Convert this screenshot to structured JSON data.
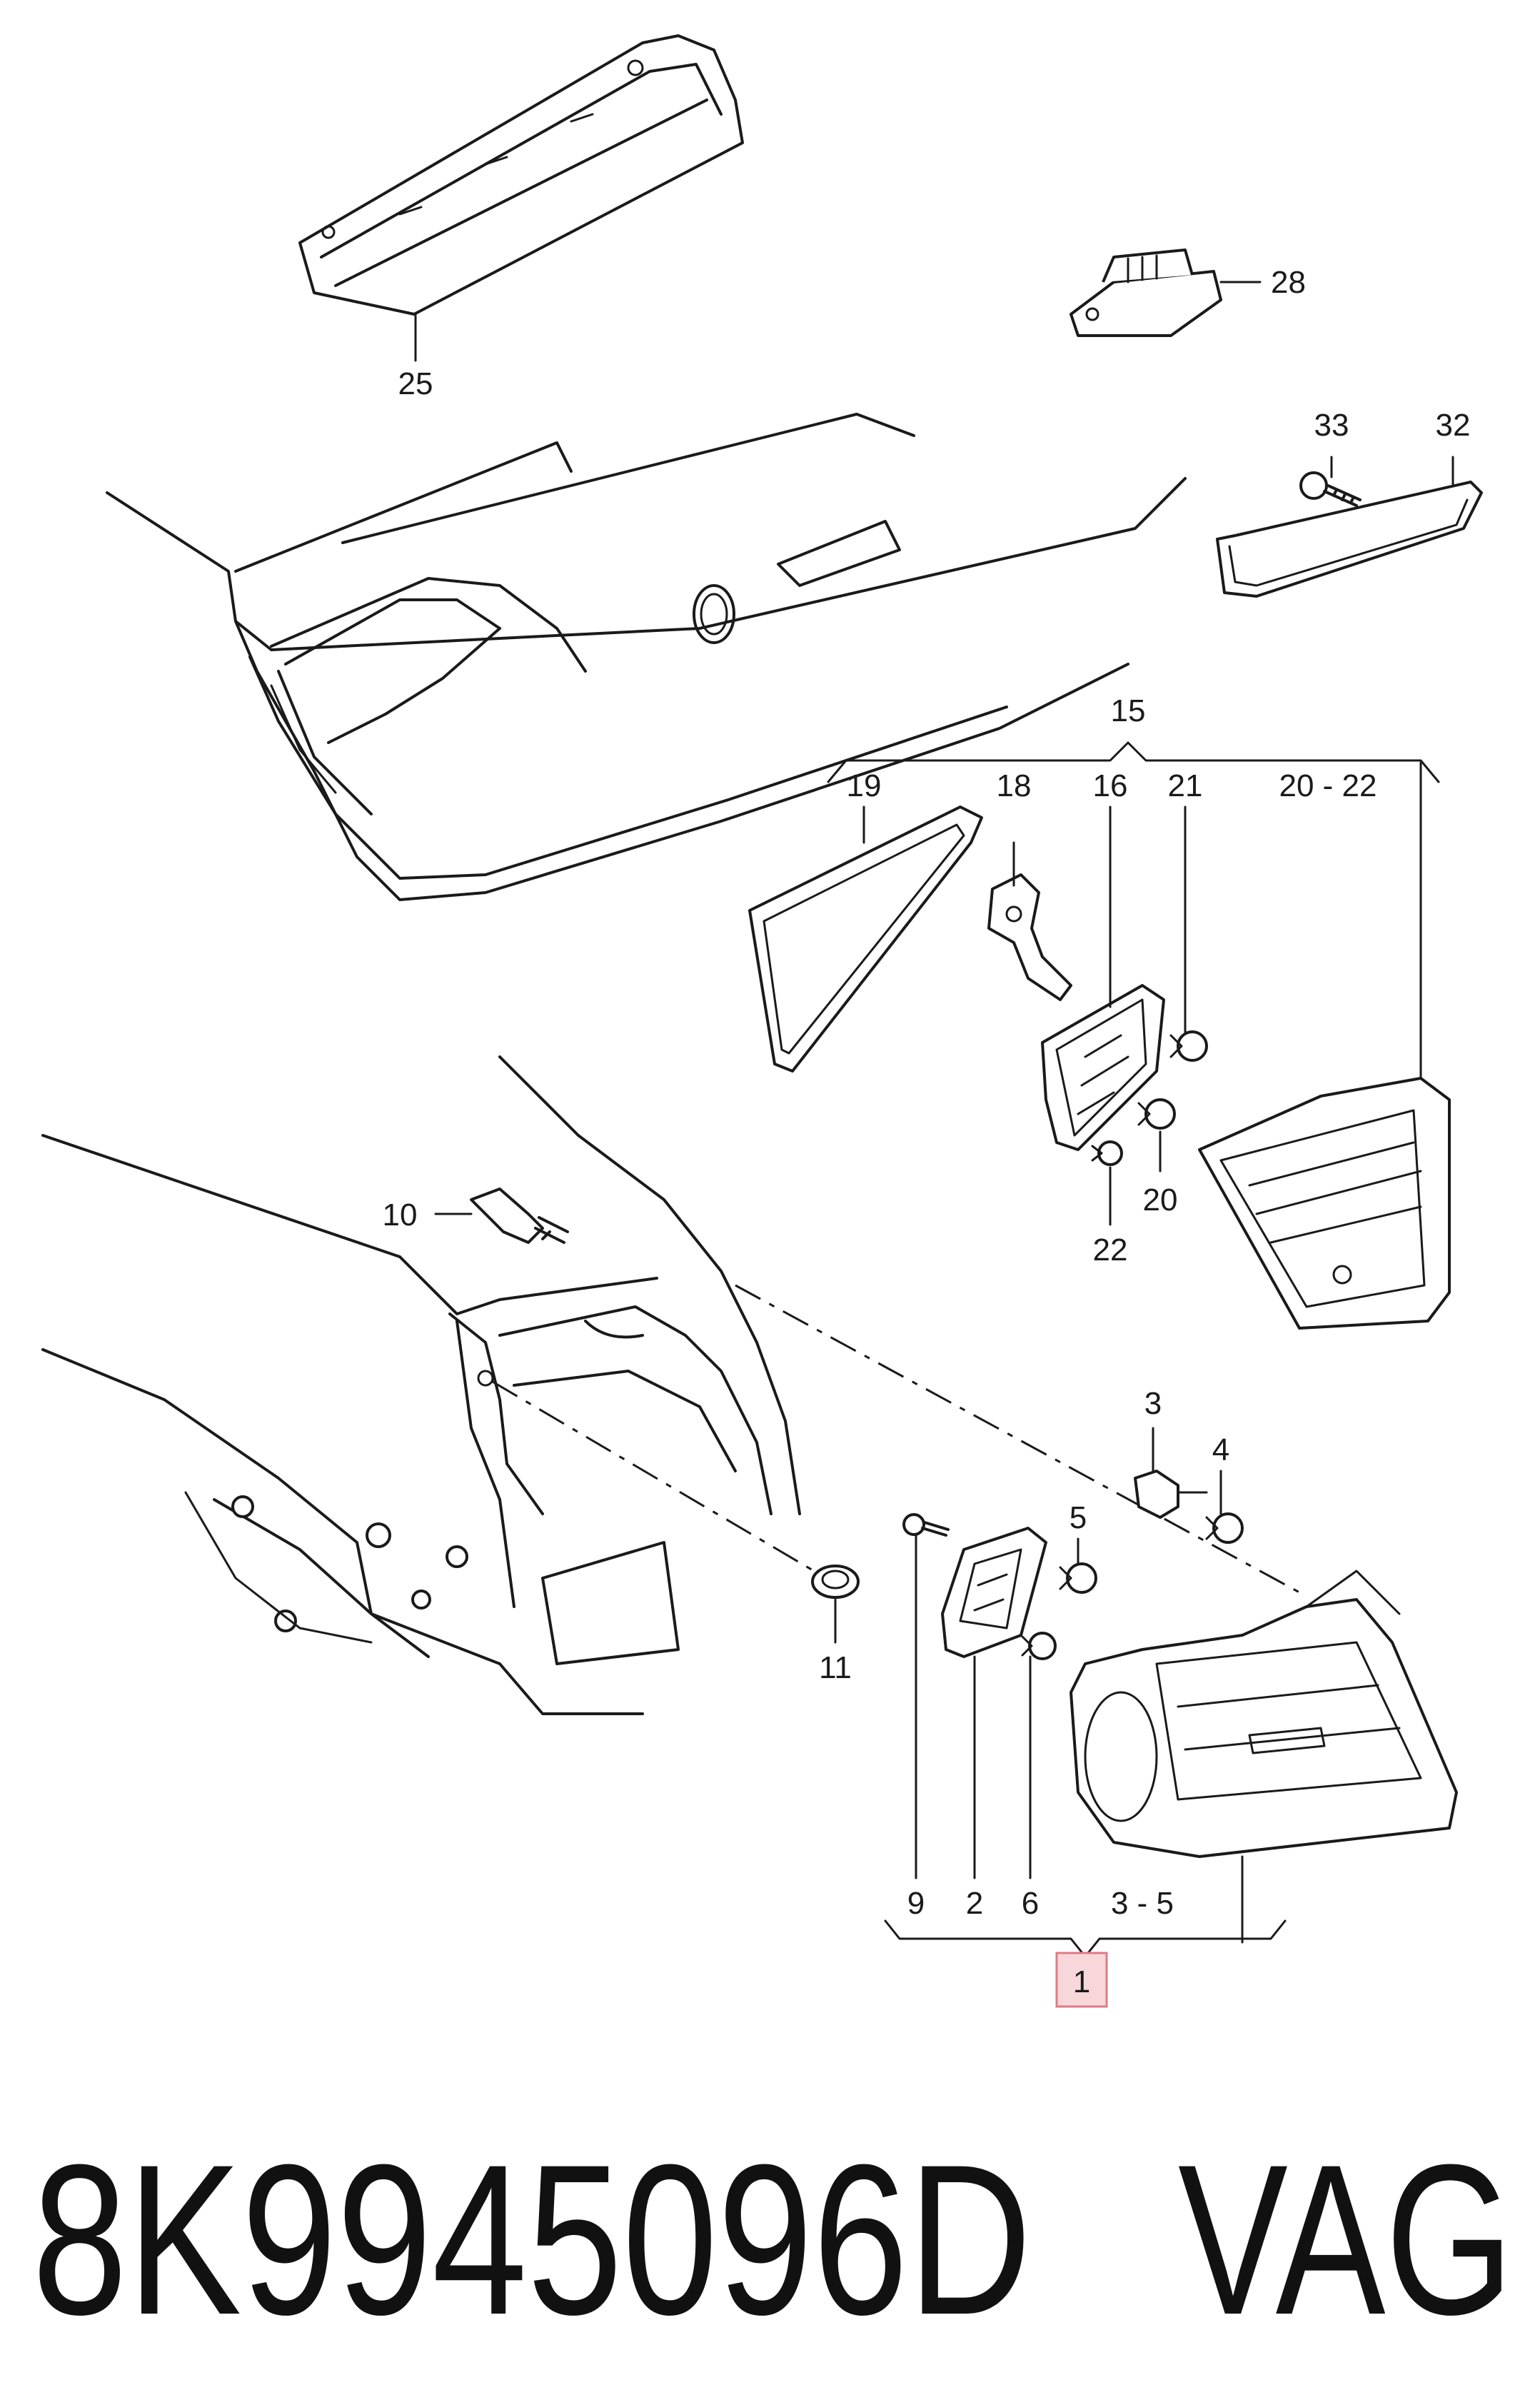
{
  "callouts": {
    "c1": "1",
    "c2": "2",
    "c3": "3",
    "c3_5": "3 - 5",
    "c4": "4",
    "c5": "5",
    "c6": "6",
    "c9": "9",
    "c10": "10",
    "c11": "11",
    "c15": "15",
    "c16": "16",
    "c18": "18",
    "c19": "19",
    "c20": "20",
    "c20_22": "20 - 22",
    "c21": "21",
    "c22": "22",
    "c25": "25",
    "c28": "28",
    "c32": "32",
    "c33": "33"
  },
  "footer": {
    "part_number": "8K9945096D",
    "brand": "VAG"
  },
  "colors": {
    "highlight_fill": "#f8d7da",
    "highlight_stroke": "#e07a84"
  }
}
